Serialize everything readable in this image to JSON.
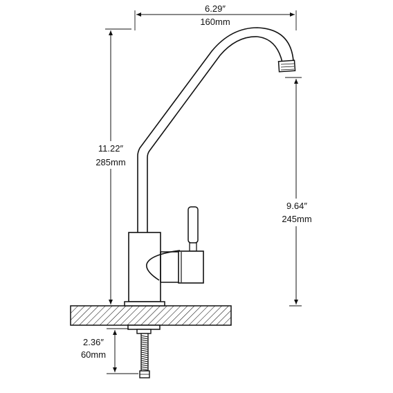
{
  "dimensions": {
    "spout_reach": {
      "inches": "6.29″",
      "mm": "160mm"
    },
    "total_height": {
      "inches": "11.22″",
      "mm": "285mm"
    },
    "spout_clearance": {
      "inches": "9.64″",
      "mm": "245mm"
    },
    "shank_length": {
      "inches": "2.36″",
      "mm": "60mm"
    }
  },
  "colors": {
    "line": "#111111",
    "background": "#ffffff"
  }
}
